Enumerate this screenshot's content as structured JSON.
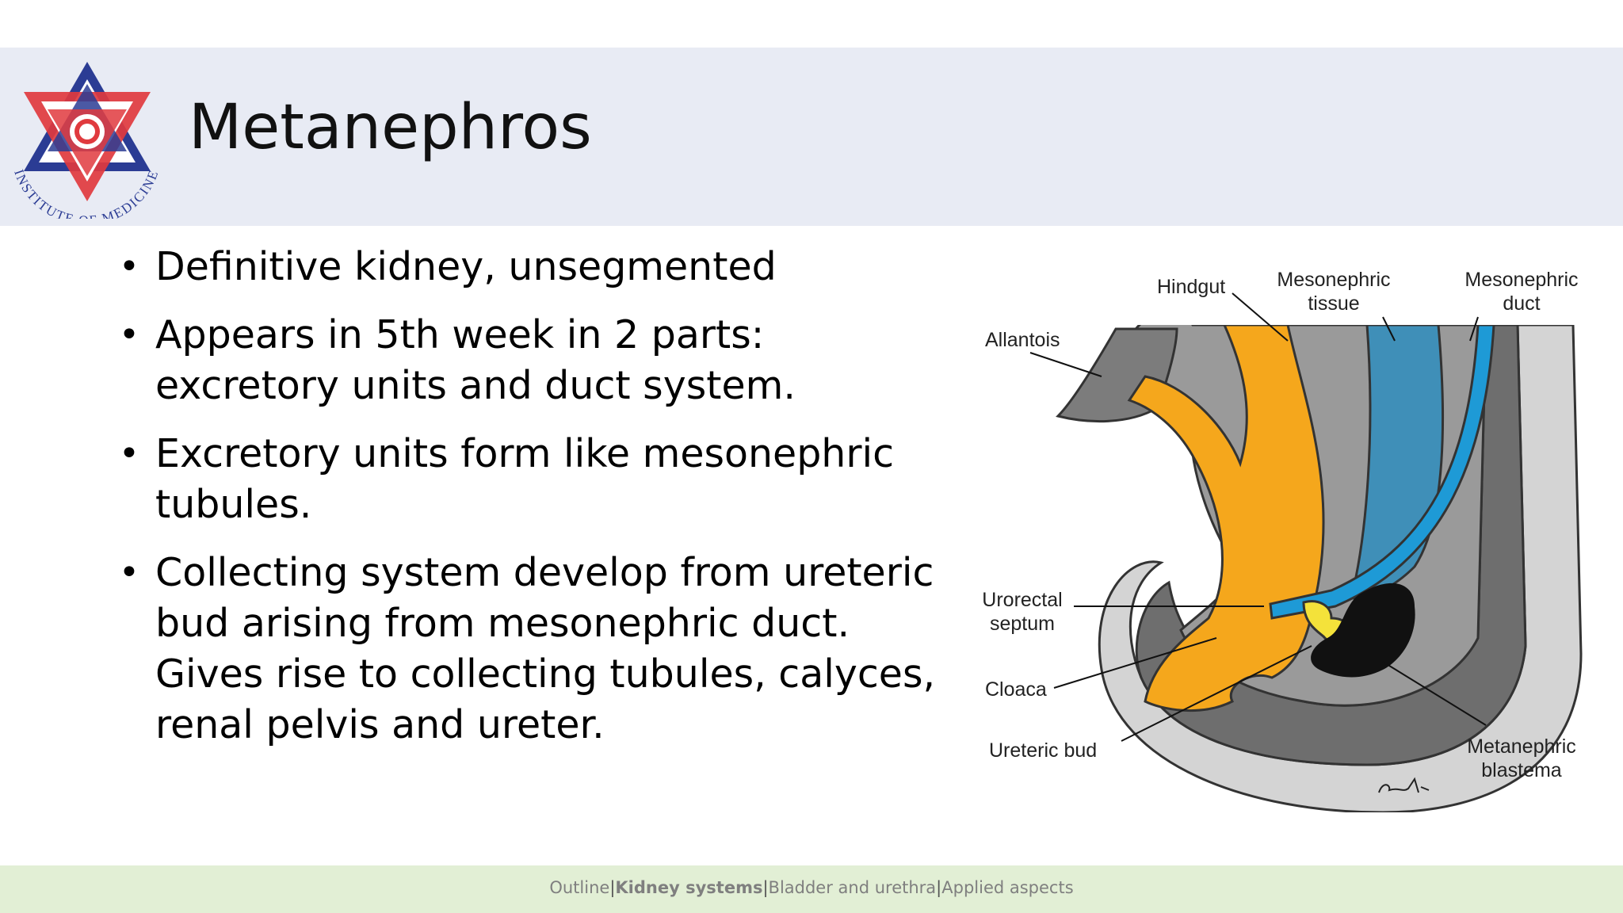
{
  "slide": {
    "title": "Metanephros",
    "bullets": [
      "Definitive kidney, unsegmented",
      "Appears in 5th week in 2 parts: excretory units and duct system.",
      "Excretory units form like mesonephric tubules.",
      "Collecting system develop from ureteric bud arising from mesonephric duct. Gives rise to collecting tubules, calyces, renal pelvis and ureter."
    ]
  },
  "logo": {
    "name": "Institute of Medicine logo",
    "text": "INSTITUTE OF MEDICINE",
    "colors": {
      "red": "#e03a3e",
      "blue": "#2b3c94"
    }
  },
  "diagram": {
    "labels": {
      "hindgut": "Hindgut",
      "mesonephric_tissue": [
        "Mesonephric",
        "tissue"
      ],
      "mesonephric_duct": [
        "Mesonephric",
        "duct"
      ],
      "allantois": "Allantois",
      "urorectal_septum": [
        "Urorectal",
        "septum"
      ],
      "cloaca": "Cloaca",
      "ureteric_bud": "Ureteric bud",
      "metanephric_blastema": [
        "Metanephric",
        "blastema"
      ]
    },
    "colors": {
      "orange": "#f5a71c",
      "blue": "#1e9ad6",
      "steel_blue": "#3f8fb8",
      "yellow": "#f4e23a",
      "dark_gray": "#6e6e6e",
      "light_gray": "#d4d4d4",
      "black": "#111111"
    }
  },
  "footer": {
    "items": [
      "Outline",
      "Kidney systems",
      "Bladder and urethra",
      "Applied aspects"
    ],
    "active_index": 1,
    "separator": "|",
    "background": "#e2efd5"
  }
}
